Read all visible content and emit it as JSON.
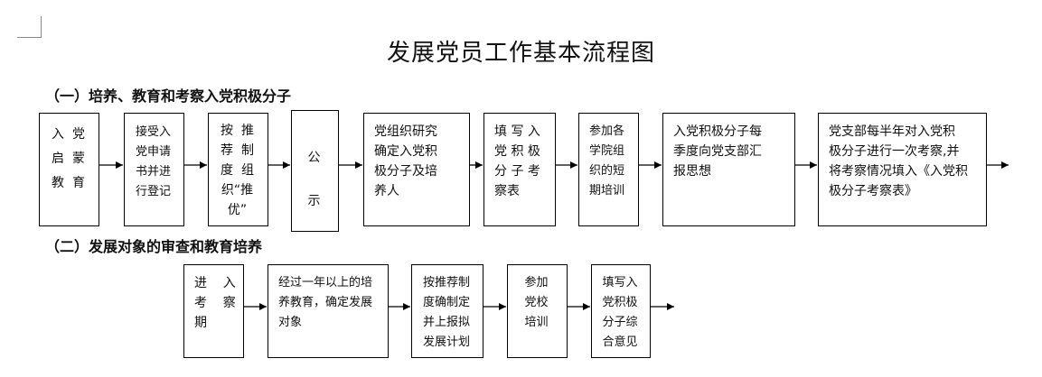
{
  "title": "发展党员工作基本流程图",
  "sections": [
    {
      "heading": "（一）培养、教育和考察入党积极分子",
      "steps": [
        {
          "lines": [
            "入  党",
            "启  蒙",
            "教  育"
          ]
        },
        {
          "lines": [
            "接受入",
            "党申请",
            "书并进",
            "行登记"
          ]
        },
        {
          "lines": [
            "按  推",
            "荐  制",
            "度  组",
            "织“推",
            "优”"
          ]
        },
        {
          "lines": [
            "公",
            "示"
          ]
        },
        {
          "lines": [
            "党组织研究",
            "确定入党积",
            "极分子及培",
            "养人"
          ]
        },
        {
          "lines": [
            "填 写 入",
            "党 积 极",
            "分 子 考",
            "察表"
          ]
        },
        {
          "lines": [
            "参加各",
            "学院组",
            "织的短",
            "期培训"
          ]
        },
        {
          "lines": [
            "入党积极分子每",
            "季度向党支部汇",
            "报思想"
          ]
        },
        {
          "lines": [
            "党支部每半年对入党积",
            "极分子进行一次考察,并",
            "将考察情况填入《入党积",
            "极分子考察表》"
          ]
        }
      ]
    },
    {
      "heading": "（二）发展对象的审查和教育培养",
      "steps": [
        {
          "lines": [
            "进    入",
            "考    察",
            "期"
          ]
        },
        {
          "lines": [
            "经过一年以上的培",
            "养教育，确定发展",
            "对象"
          ]
        },
        {
          "lines": [
            "按推荐制",
            "度确制定",
            "并上报拟",
            "发展计划"
          ]
        },
        {
          "lines": [
            "参加",
            "党校",
            "培训"
          ]
        },
        {
          "lines": [
            "填写入",
            "党积极",
            "分子综",
            "合意见"
          ]
        }
      ]
    }
  ]
}
